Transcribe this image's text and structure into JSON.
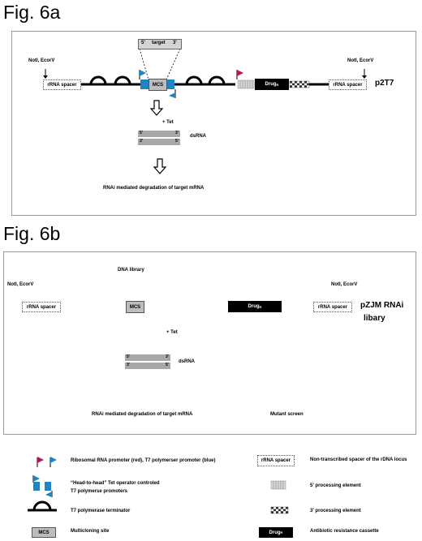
{
  "fig_a": {
    "title": "Fig. 6a",
    "left_site": "NotI, EcorV",
    "right_site": "NotI, EcorV",
    "left_spacer": "rRNA spacer",
    "right_spacer": "rRNA spacer",
    "insert_5": "5'",
    "insert_label": "target",
    "insert_3": "3'",
    "mcs": "MCS",
    "drug": "Drug",
    "drug_sup": "R",
    "plasmid_name": "p2T7",
    "tet": "+ Tet",
    "ds_top_5": "5'",
    "ds_top_3": "3'",
    "ds_bot_3": "3'",
    "ds_bot_5": "5'",
    "dsrna": "dsRNA",
    "result": "RNAi mediated degradation of target mRNA"
  },
  "fig_b": {
    "title": "Fig. 6b",
    "left_site": "NotI, EcorV",
    "right_site": "NotI, EcorV",
    "left_spacer": "rRNA spacer",
    "right_spacer": "rRNA spacer",
    "insert_label": "DNA library",
    "mcs": "MCS",
    "drug": "Drug",
    "drug_sup": "R",
    "plasmid_name_1": "pZJM RNAi",
    "plasmid_name_2": "libary",
    "tet": "+ Tet",
    "ds_top_5": "5'",
    "ds_top_3": "3'",
    "ds_bot_3": "3'",
    "ds_bot_5": "5'",
    "dsrna": "dsRNA",
    "result": "RNAi mediated degradation of target mRNA",
    "screen": "Mutant screen"
  },
  "legend": {
    "promoters": "Ribosomal RNA promoter (red), T7 polymerser promoter (blue)",
    "head_line1": "“Head-to-head” Tet operator controled",
    "head_line2": "T7 polymerse promoters",
    "terminator": "T7 polymerase terminator",
    "mcs_box": "MCS",
    "mcs_desc": "Multicloning site",
    "spacer_box": "rRNA spacer",
    "spacer_desc": "Non-transcribed spacer of the rDNA locus",
    "five_prime": "5' processing element",
    "three_prime": "3' processing element",
    "drug_box": "Drug",
    "drug_sup": "R",
    "drug_desc": "Antibiotic resistance cassette"
  },
  "colors": {
    "blue": "#1e84c4",
    "red": "#b0185a",
    "black": "#000000",
    "gray": "#bdbdbd"
  }
}
